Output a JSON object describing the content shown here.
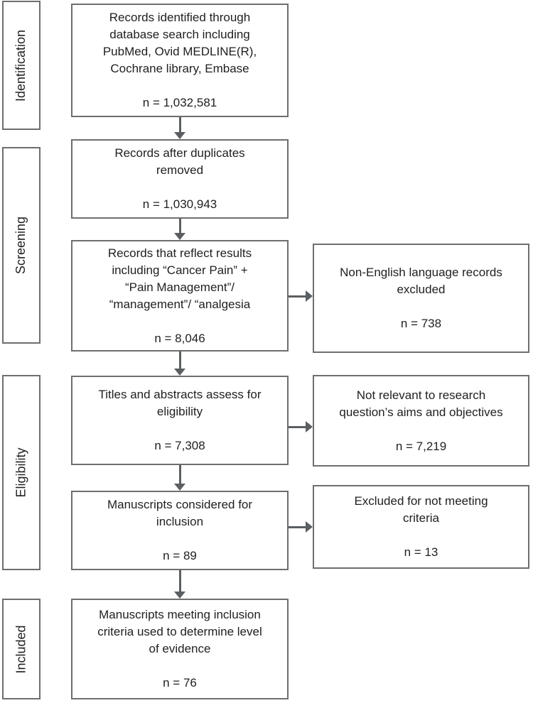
{
  "stages": [
    {
      "label": "Identification"
    },
    {
      "label": "Screening"
    },
    {
      "label": "Eligibility"
    },
    {
      "label": "Included"
    }
  ],
  "main_boxes": [
    {
      "text": "Records identified through\ndatabase search including\nPubMed, Ovid MEDLINE(R),\nCochrane library, Embase",
      "n": "n = 1,032,581"
    },
    {
      "text": "Records after duplicates\nremoved",
      "n": "n = 1,030,943"
    },
    {
      "text": "Records that reflect results\nincluding “Cancer Pain” +\n“Pain Management”/\n“management”/ “analgesia",
      "n": "n = 8,046"
    },
    {
      "text": "Titles and abstracts assess for\neligibility",
      "n": "n = 7,308"
    },
    {
      "text": "Manuscripts considered for\ninclusion",
      "n": "n = 89"
    },
    {
      "text": "Manuscripts meeting inclusion\ncriteria used to determine level\nof evidence",
      "n": "n = 76"
    }
  ],
  "side_boxes": [
    {
      "text": "Non-English language records\nexcluded",
      "n": "n = 738"
    },
    {
      "text": "Not relevant to research\nquestion’s aims and objectives",
      "n": "n = 7,219"
    },
    {
      "text": "Excluded for not meeting\ncriteria",
      "n": "n = 13"
    }
  ],
  "colors": {
    "border": "#6e6e6e",
    "arrow": "#5b5f62",
    "text": "#1f1f1f",
    "background": "#ffffff"
  }
}
